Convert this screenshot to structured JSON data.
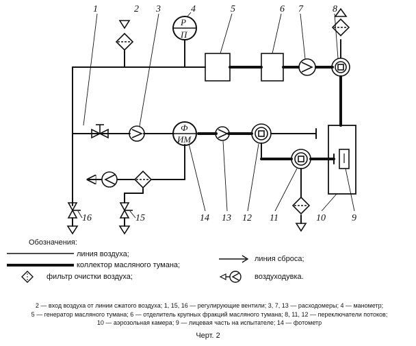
{
  "labels": {
    "n1": "1",
    "n2": "2",
    "n3": "3",
    "n4": "4",
    "n5": "5",
    "n6": "6",
    "n7": "7",
    "n8": "8",
    "n9": "9",
    "n10": "10",
    "n11": "11",
    "n12": "12",
    "n13": "13",
    "n14": "14",
    "n15": "15",
    "n16": "16"
  },
  "symbols": {
    "manometer_top": "P",
    "manometer_bottom": "П",
    "photometer_top": "Ф",
    "photometer_bottom": "ИМ"
  },
  "legend": {
    "title": "Обозначения:",
    "air_line": "линия воздуха;",
    "oil_mist_collector": "коллектор масляного тумана;",
    "air_filter": "фильтр очистки воздуха;",
    "discharge_line": "линия сброса;",
    "blower": "воздуходувка."
  },
  "caption": {
    "line1": "2 — вход воздуха от линии сжатого воздуха;  1, 15, 16 — регулирующие вентили;   3, 7, 13 — расходомеры;   4 — манометр;",
    "line2": "5 — генератор масляного тумана; 6 — отделитель крупных фракций масляного тумана; 8, 11, 12 — переключатели потоков;",
    "line3": "10 — аэрозольная камера; 9 — лицевая часть на испытателе; 14 — фотометр"
  },
  "figure_title": "Черт. 2"
}
